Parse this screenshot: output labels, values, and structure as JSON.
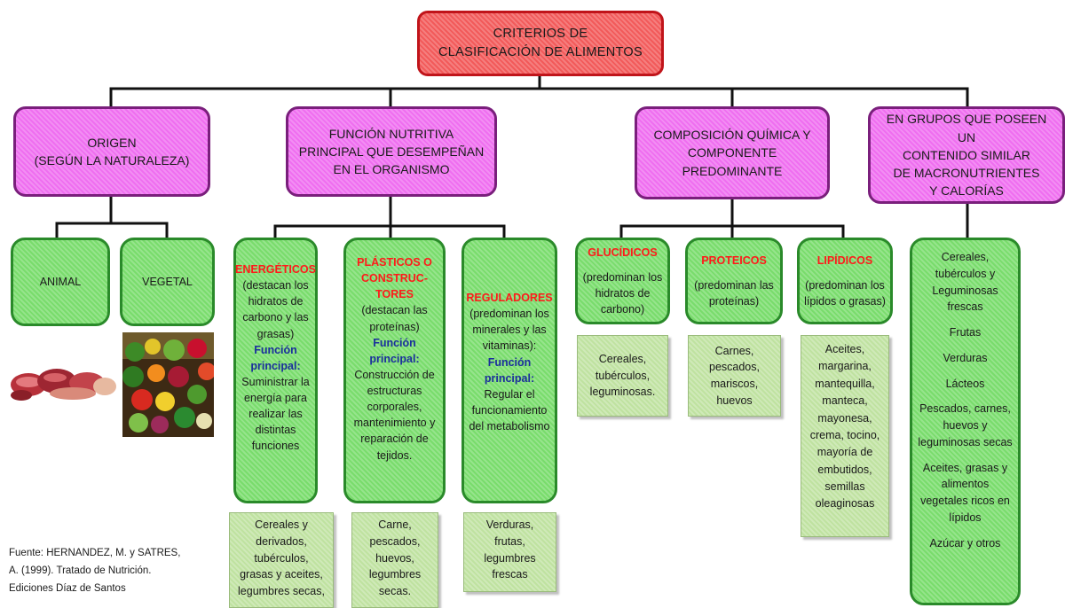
{
  "root": {
    "line1": "CRITERIOS DE",
    "line2": "CLASIFICACIÓN DE ALIMENTOS"
  },
  "categories": [
    {
      "lines": [
        "ORIGEN",
        "(SEGÚN LA NATURALEZA)"
      ]
    },
    {
      "lines": [
        "FUNCIÓN NUTRITIVA",
        "PRINCIPAL QUE DESEMPEÑAN",
        "EN EL ORGANISMO"
      ]
    },
    {
      "lines": [
        "COMPOSICIÓN QUÍMICA Y",
        "COMPONENTE",
        "PREDOMINANTE"
      ]
    },
    {
      "lines": [
        "EN GRUPOS QUE POSEEN UN",
        "CONTENIDO  SIMILAR",
        "DE MACRONUTRIENTES",
        "Y CALORÍAS"
      ]
    }
  ],
  "origen": {
    "animal": "ANIMAL",
    "vegetal": "VEGETAL"
  },
  "funcion": {
    "energeticos": {
      "title": "ENERGÉTICOS",
      "desc": [
        "(destacan los",
        "hidratos de",
        "carbono y las",
        "grasas)"
      ],
      "fp_label": [
        "Función",
        "principal:"
      ],
      "fp_text": [
        "Suministrar la",
        "energía para",
        "realizar las",
        "distintas",
        "funciones"
      ],
      "examples": [
        "Cereales y",
        "derivados,",
        "tubérculos,",
        "grasas y aceites,",
        "legumbres secas,"
      ]
    },
    "plasticos": {
      "title": [
        "PLÁSTICOS O",
        "CONSTRUC-",
        "TORES"
      ],
      "desc": [
        "(destacan las",
        "proteínas)"
      ],
      "fp_label": [
        "Función",
        "principal:"
      ],
      "fp_text": [
        "Construcción de",
        "estructuras",
        "corporales,",
        "mantenimiento y",
        "reparación de",
        "tejidos."
      ],
      "examples": [
        "Carne,",
        "pescados,",
        "huevos,",
        "legumbres",
        "secas."
      ]
    },
    "reguladores": {
      "title": "REGULADORES",
      "desc": [
        "(predominan los",
        "minerales y las",
        "vitaminas):"
      ],
      "fp_label": [
        "Función",
        "principal:"
      ],
      "fp_text": [
        "Regular el",
        "funcionamiento",
        "del metabolismo"
      ],
      "examples": [
        "Verduras,",
        "frutas,",
        "legumbres",
        "frescas"
      ]
    }
  },
  "composicion": {
    "glucidicos": {
      "title": "GLUCÍDICOS",
      "desc": [
        "(predominan los",
        "hidratos de",
        "carbono)"
      ],
      "examples": [
        "Cereales,",
        "tubérculos,",
        "leguminosas."
      ]
    },
    "proteicos": {
      "title": "PROTEICOS",
      "desc": [
        "(predominan las",
        "proteínas)"
      ],
      "examples": [
        "Carnes,",
        "pescados,",
        "mariscos,",
        "huevos"
      ]
    },
    "lipidicos": {
      "title": "LIPÍDICOS",
      "desc": [
        "(predominan los",
        "lípidos o grasas)"
      ],
      "examples": [
        "Aceites,",
        "margarina,",
        "mantequilla,",
        "manteca,",
        "mayonesa,",
        "crema, tocino,",
        "mayoría de",
        "embutidos,",
        "semillas",
        "oleaginosas"
      ]
    }
  },
  "grupos": [
    [
      "Cereales,",
      "tubérculos y",
      "Leguminosas",
      "frescas"
    ],
    [
      "Frutas"
    ],
    [
      "Verduras"
    ],
    [
      "Lácteos"
    ],
    [
      "Pescados, carnes,",
      "huevos y",
      "leguminosas secas"
    ],
    [
      "Aceites, grasas y",
      "alimentos",
      "vegetales ricos en",
      "lípidos"
    ],
    [
      "Azúcar y otros"
    ]
  ],
  "source": [
    "Fuente: HERNANDEZ, M. y SATRES,",
    "A. (1999). Tratado de Nutrición.",
    "Ediciones Díaz de Santos"
  ],
  "colors": {
    "root_fill": "#f25a5a",
    "category_fill": "#ef6ef0",
    "leaf_fill": "#79dc6c",
    "example_fill": "#bfe2a0",
    "title_red": "#ff1a1a",
    "label_blue": "#1a2f9c"
  }
}
